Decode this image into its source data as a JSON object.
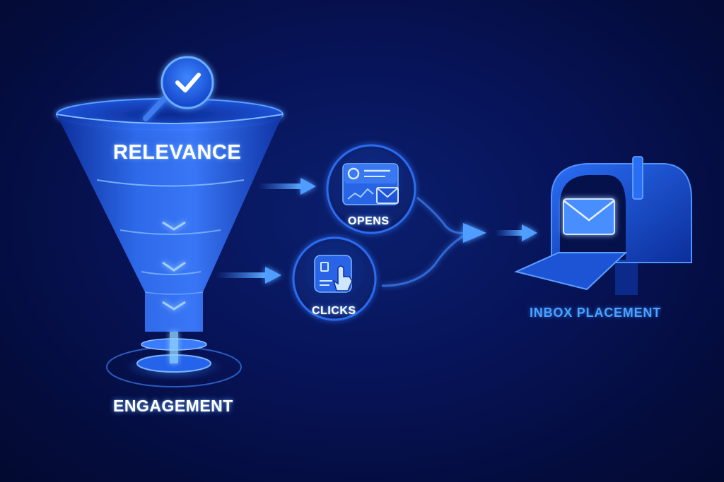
{
  "funnel": {
    "top_label": "RELEVANCE",
    "bottom_label": "ENGAGEMENT",
    "badge_icon": "checkmark-magnifier-icon"
  },
  "metrics": {
    "opens_label": "OPENS",
    "opens_icon": "email-analytics-icon",
    "clicks_label": "CLICKS",
    "clicks_icon": "pointer-click-icon"
  },
  "destination": {
    "label": "INBOX PLACEMENT",
    "icon": "mailbox-icon"
  },
  "colors": {
    "background": "#06124f",
    "funnel": "#1f5ee8",
    "glow": "#3d8bff",
    "accent_text": "#4aa3ff"
  }
}
